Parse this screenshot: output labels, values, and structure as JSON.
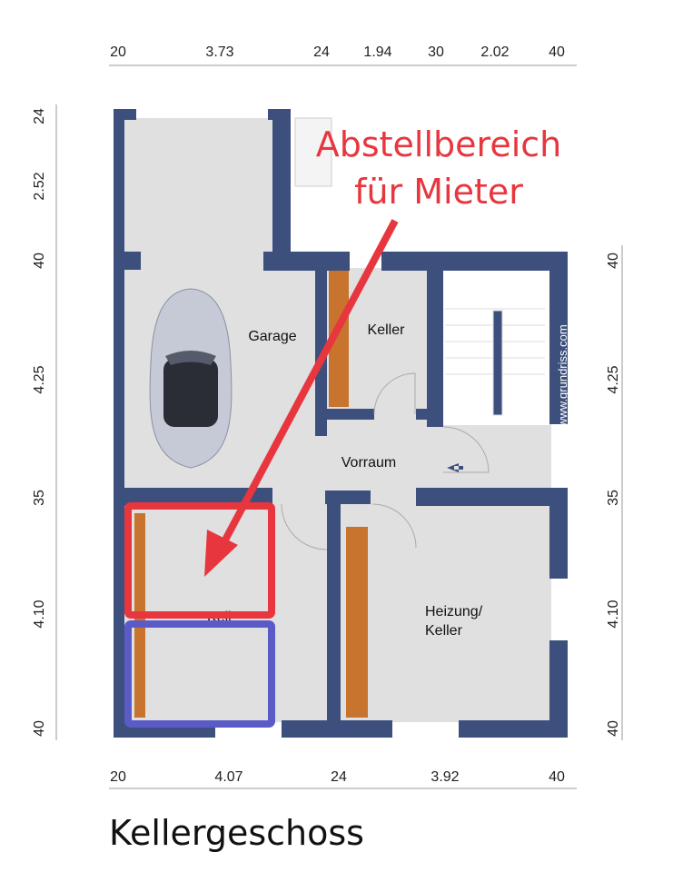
{
  "title": "Kellergeschoss",
  "annotation": {
    "line1": "Abstellbereich",
    "line2": "für Mieter",
    "color": "#e8363f"
  },
  "highlight_colors": {
    "tenant_storage": "#e8363f",
    "second_storage": "#5b5bc8"
  },
  "watermark": "www.grundriss.com",
  "rooms": {
    "garage": "Garage",
    "keller": "Keller",
    "vorraum": "Vorraum",
    "heizung1": "Heizung/",
    "heizung2": "Keller",
    "keller_lower": "Kell"
  },
  "dimensions": {
    "top": [
      "20",
      "3.73",
      "24",
      "1.94",
      "30",
      "2.02",
      "40"
    ],
    "bottom": [
      "20",
      "4.07",
      "24",
      "3.92",
      "40"
    ],
    "left": [
      "24",
      "2.52",
      "40",
      "4.25",
      "35",
      "4.10",
      "40"
    ],
    "right": [
      "40",
      "4.25",
      "35",
      "4.10",
      "40"
    ]
  }
}
